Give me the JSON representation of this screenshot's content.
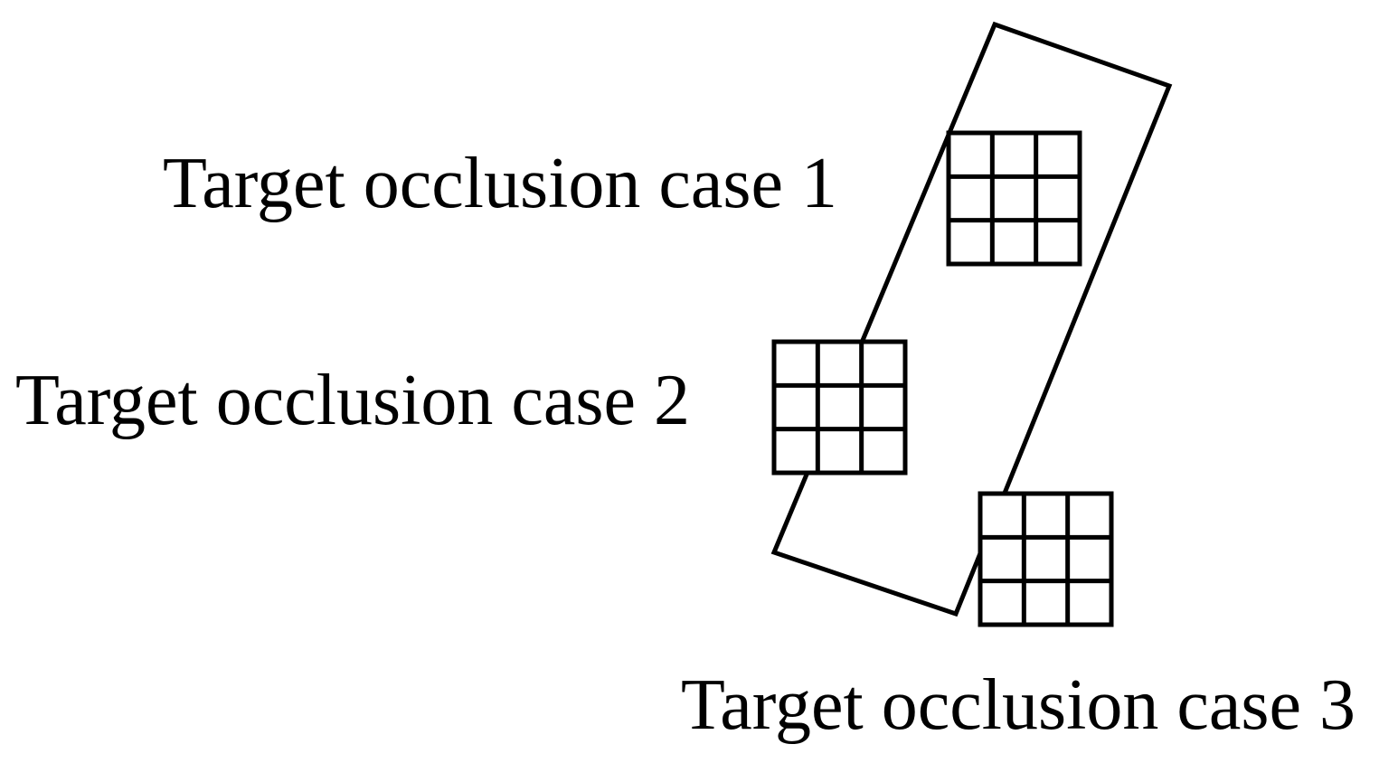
{
  "labels": {
    "case1": "Target occlusion case 1",
    "case2": "Target occlusion case 2",
    "case3": "Target occlusion case 3"
  },
  "grid": {
    "rows": 3,
    "cols": 3
  },
  "colors": {
    "stroke": "#000000",
    "background": "#ffffff"
  }
}
